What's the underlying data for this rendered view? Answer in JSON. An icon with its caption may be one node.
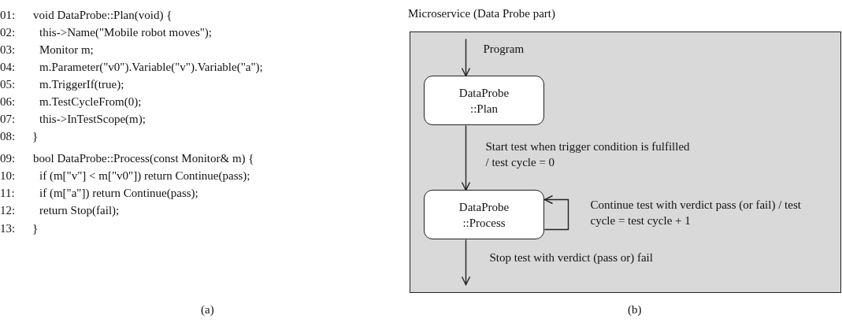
{
  "diagram": {
    "nodes": [
      {
        "text": [
          "Microservice (Data Probe part)"
        ]
      },
      {
        "text": [
          "DataProbe ::Plan"
        ],
        "in": 0
      },
      {
        "text": [
          "DataProbe ::Process"
        ],
        "in": 0
      }
    ],
    "edges": [
      {
        "from": null,
        "to": 1,
        "arrow": "to",
        "label": "Program"
      },
      {
        "from": 1,
        "to": 2,
        "arrow": "to",
        "label": "Start test when trigger condition is fulfilled / test cycle = 0"
      },
      {
        "from": 2,
        "to": 2,
        "arrow": "to",
        "label": "Continue test with verdict pass (or fail) / test cycle = test cycle + 1"
      },
      {
        "from": 2,
        "to": null,
        "arrow": "to",
        "label": "Stop test with verdict (pass or) fail"
      }
    ],
    "labels": [
      "01:",
      "void DataProbe::Plan(void) {",
      "02:",
      "this->Name(\"Mobile robot moves\");",
      "03:",
      "Monitor m;",
      "04:",
      "m.Parameter(\"v0\").Variable(\"v\").Variable(\"a\");",
      "05:",
      "m.TriggerIf(true);",
      "06:",
      "m.TestCycleFrom(0);",
      "07:",
      "this->InTestScope(m);",
      "08:",
      "}",
      "09:",
      "bool DataProbe::Process(const Monitor& m) {",
      "10:",
      "if (m[\"v\"] < m[\"v0\"]) return Continue(pass);",
      "11:",
      "if (m[\"a\"]) return Continue(pass);",
      "12:",
      "return Stop(fail);",
      "13:",
      "}",
      "(a)",
      "(b)"
    ]
  }
}
